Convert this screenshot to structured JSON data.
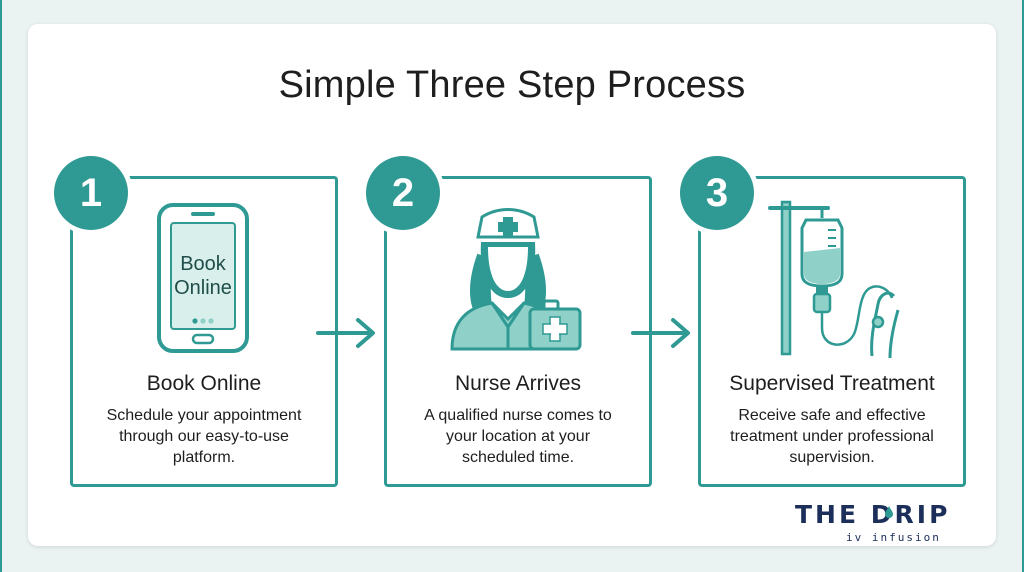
{
  "title": "Simple Three Step Process",
  "steps": [
    {
      "number": "1",
      "icon": "smartphone-icon",
      "screen_text_line1": "Book",
      "screen_text_line2": "Online",
      "heading": "Book Online",
      "description_lines": [
        "Schedule your appointment",
        "through our easy-to-use",
        "platform."
      ]
    },
    {
      "number": "2",
      "icon": "nurse-icon",
      "heading": "Nurse Arrives",
      "description_lines": [
        "A qualified nurse comes to",
        "your location at your",
        "scheduled time."
      ]
    },
    {
      "number": "3",
      "icon": "iv-drip-icon",
      "heading": "Supervised Treatment",
      "description_lines": [
        "Receive safe and effective",
        "treatment under professional",
        "supervision."
      ]
    }
  ],
  "brand": {
    "name_part1": "THE D",
    "name_part2": "RIP",
    "tagline": "iv infusion"
  },
  "colors": {
    "accent": "#2f9a93",
    "accent_light": "#8fd0c8",
    "text": "#1e1e1e",
    "brand_navy": "#1c2f5a"
  }
}
